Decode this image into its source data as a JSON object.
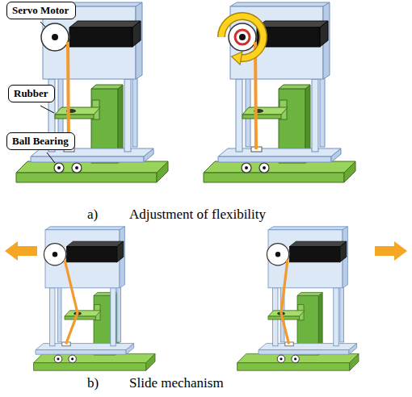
{
  "diagram": {
    "nodes": [
      {
        "text": [
          "Servo Motor"
        ]
      },
      {
        "text": [
          "Rubber"
        ]
      },
      {
        "text": [
          "Ball Bearing"
        ]
      }
    ],
    "labels": [
      "a)",
      "Adjustment of flexibility",
      "b)",
      "Slide mechanism"
    ]
  }
}
